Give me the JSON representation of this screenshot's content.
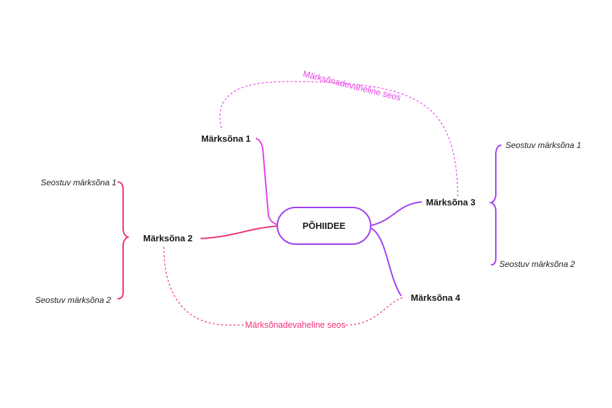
{
  "center": {
    "label": "PÕHIIDEE",
    "color": "#9b3df0"
  },
  "keywords": [
    {
      "label": "Märksõna 1",
      "color": "#e040e8"
    },
    {
      "label": "Märksõna 2",
      "color": "#f0307a"
    },
    {
      "label": "Märksõna 3",
      "color": "#a23ff2"
    },
    {
      "label": "Märksõna 4",
      "color": "#a23ff2"
    }
  ],
  "related": {
    "left": [
      "Seostuv märksõna 1",
      "Seostuv märksõna 2"
    ],
    "right": [
      "Seostuv märksõna 1",
      "Seostuv märksõna 2"
    ]
  },
  "links": {
    "top": {
      "label": "Märksõnadevaheline seos",
      "color": "#ee3cec"
    },
    "bottom": {
      "label": "Märksõnadevaheline seos",
      "color": "#f0307a"
    }
  }
}
